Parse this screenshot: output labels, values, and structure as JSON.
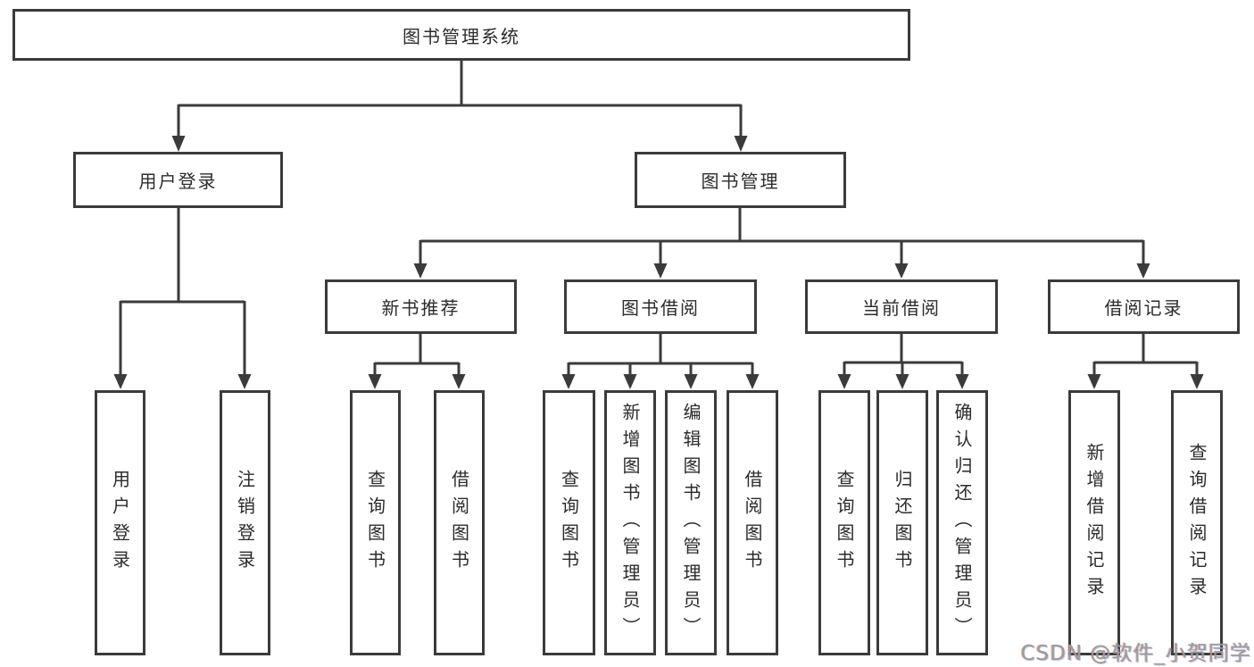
{
  "diagram": {
    "root": "图书管理系统",
    "level1": {
      "user_login": "用户登录",
      "book_mgmt": "图书管理"
    },
    "level2": {
      "new_book": "新书推荐",
      "borrow": "图书借阅",
      "current": "当前借阅",
      "records": "借阅记录"
    },
    "leaves": [
      "用户登录",
      "注销登录",
      "查询图书",
      "借阅图书",
      "查询图书",
      "新增图书（管理员）",
      "编辑图书（管理员）",
      "借阅图书",
      "查询图书",
      "归还图书",
      "确认归还（管理员）",
      "新增借阅记录",
      "查询借阅记录"
    ]
  },
  "watermark": {
    "text": "CSDN @软件_小贺同学"
  },
  "colors": {
    "line": "#3b3b3b",
    "border": "#3b3b3b",
    "text": "#2b2b2b",
    "background": "#ffffff",
    "watermark": "#9b9b9b"
  }
}
